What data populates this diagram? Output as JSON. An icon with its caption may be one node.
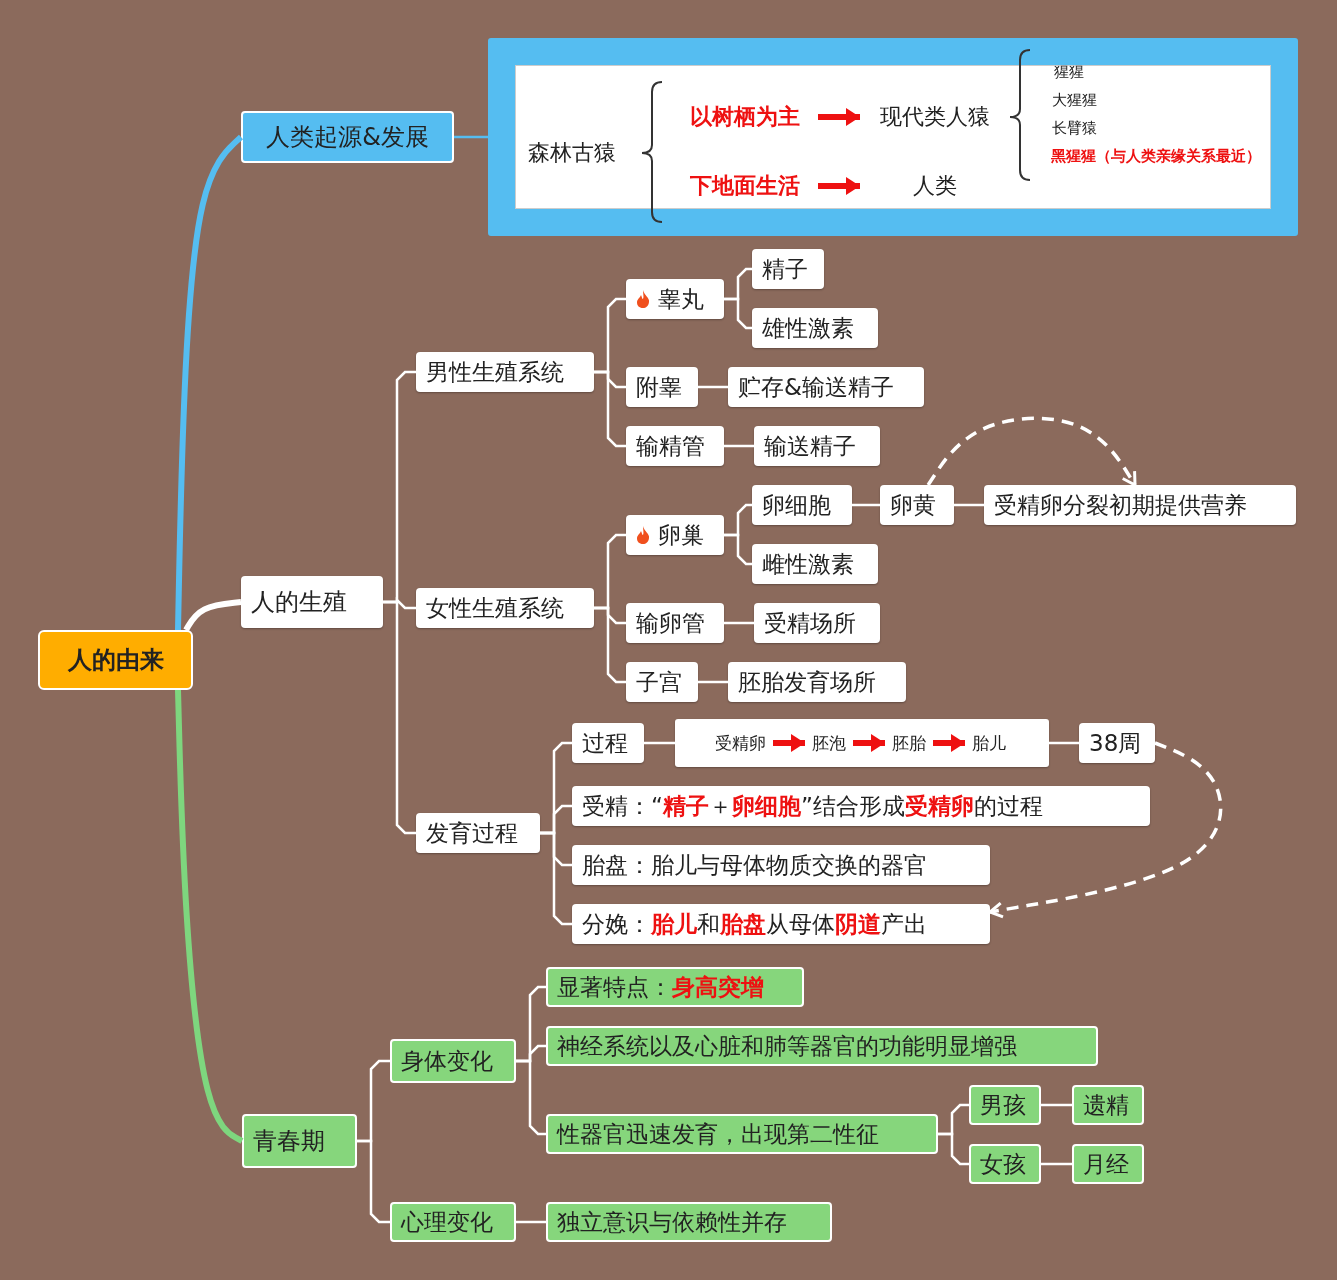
{
  "diagram": {
    "nodes": [
      {
        "text": [
          "人的由来"
        ]
      },
      {
        "text": [
          "人类起源&发展"
        ]
      },
      {
        "text": [],
        "shape": "box"
      },
      {
        "text": [
          "森林古猿"
        ],
        "in": 2
      },
      {
        "text": [
          "以树栖为主"
        ],
        "in": 2
      },
      {
        "text": [
          "现代类人猿"
        ],
        "in": 2
      },
      {
        "text": [
          "下地面生活"
        ],
        "in": 2
      },
      {
        "text": [
          "人类"
        ],
        "in": 2
      },
      {
        "text": [
          "猩猩"
        ],
        "in": 2
      },
      {
        "text": [
          "大猩猩"
        ],
        "in": 2
      },
      {
        "text": [
          "长臂猿"
        ],
        "in": 2
      },
      {
        "text": [
          "黑猩猩（与人类亲缘关系最近）"
        ],
        "in": 2
      },
      {
        "text": [
          "人的生殖"
        ]
      },
      {
        "text": [
          "男性生殖系统"
        ]
      },
      {
        "text": [
          "睾丸"
        ]
      },
      {
        "text": [
          "精子"
        ]
      },
      {
        "text": [
          "雄性激素"
        ]
      },
      {
        "text": [
          "附睾"
        ]
      },
      {
        "text": [
          "贮存&输送精子"
        ]
      },
      {
        "text": [
          "输精管"
        ]
      },
      {
        "text": [
          "输送精子"
        ]
      },
      {
        "text": [
          "女性生殖系统"
        ]
      },
      {
        "text": [
          "卵巢"
        ]
      },
      {
        "text": [
          "卵细胞"
        ]
      },
      {
        "text": [
          "卵黄"
        ]
      },
      {
        "text": [
          "受精卵分裂初期提供营养"
        ]
      },
      {
        "text": [
          "雌性激素"
        ]
      },
      {
        "text": [
          "输卵管"
        ]
      },
      {
        "text": [
          "受精场所"
        ]
      },
      {
        "text": [
          "子宫"
        ]
      },
      {
        "text": [
          "胚胎发育场所"
        ]
      },
      {
        "text": [
          "发育过程"
        ]
      },
      {
        "text": [
          "过程"
        ]
      },
      {
        "text": [],
        "shape": "box"
      },
      {
        "text": [
          "受精卵"
        ],
        "in": 33
      },
      {
        "text": [
          "胚泡"
        ],
        "in": 33
      },
      {
        "text": [
          "胚胎"
        ],
        "in": 33
      },
      {
        "text": [
          "胎儿"
        ],
        "in": 33
      },
      {
        "text": [
          "38周"
        ]
      },
      {
        "text": [
          "受精：“**精子**＋**卵细胞**”结合形成**受精卵**的过程"
        ]
      },
      {
        "text": [
          "胎盘：胎儿与母体物质交换的器官"
        ]
      },
      {
        "text": [
          "分娩：**胎儿**和**胎盘**从母体**阴道**产出"
        ]
      },
      {
        "text": [
          "青春期"
        ]
      },
      {
        "text": [
          "身体变化"
        ]
      },
      {
        "text": [
          "显著特点：**身高突增**"
        ]
      },
      {
        "text": [
          "神经系统以及心脏和肺等器官的功能明显增强"
        ]
      },
      {
        "text": [
          "性器官迅速发育，出现第二性征"
        ]
      },
      {
        "text": [
          "男孩"
        ]
      },
      {
        "text": [
          "遗精"
        ]
      },
      {
        "text": [
          "女孩"
        ]
      },
      {
        "text": [
          "月经"
        ]
      },
      {
        "text": [
          "心理变化"
        ]
      },
      {
        "text": [
          "独立意识与依赖性并存"
        ]
      }
    ],
    "edges": [
      {
        "from": 0,
        "to": 1,
        "arrow": "none",
        "style": "thick",
        "color": "#55bdf1"
      },
      {
        "from": 0,
        "to": 12,
        "arrow": "none",
        "style": "thick"
      },
      {
        "from": 0,
        "to": 42,
        "arrow": "none",
        "style": "thick",
        "color": "#7ed67e"
      },
      {
        "from": 1,
        "to": 2,
        "arrow": "none",
        "color": "#55bdf1"
      },
      {
        "from": 4,
        "to": 5,
        "arrow": "to",
        "style": "thick",
        "color": "#ee1111"
      },
      {
        "from": 6,
        "to": 7,
        "arrow": "to",
        "style": "thick",
        "color": "#ee1111"
      },
      {
        "from": 12,
        "to": 13,
        "arrow": "none"
      },
      {
        "from": 12,
        "to": 21,
        "arrow": "none"
      },
      {
        "from": 12,
        "to": 31,
        "arrow": "none"
      },
      {
        "from": 13,
        "to": 14,
        "arrow": "none"
      },
      {
        "from": 13,
        "to": 17,
        "arrow": "none"
      },
      {
        "from": 13,
        "to": 19,
        "arrow": "none"
      },
      {
        "from": 14,
        "to": 15,
        "arrow": "none"
      },
      {
        "from": 14,
        "to": 16,
        "arrow": "none"
      },
      {
        "from": 17,
        "to": 18,
        "arrow": "none"
      },
      {
        "from": 19,
        "to": 20,
        "arrow": "none"
      },
      {
        "from": 21,
        "to": 22,
        "arrow": "none"
      },
      {
        "from": 21,
        "to": 27,
        "arrow": "none"
      },
      {
        "from": 21,
        "to": 29,
        "arrow": "none"
      },
      {
        "from": 22,
        "to": 23,
        "arrow": "none"
      },
      {
        "from": 22,
        "to": 26,
        "arrow": "none"
      },
      {
        "from": 23,
        "to": 24,
        "arrow": "none"
      },
      {
        "from": 24,
        "to": 25,
        "arrow": "none"
      },
      {
        "from": 24,
        "to": 25,
        "arrow": "to",
        "style": "dashed"
      },
      {
        "from": 27,
        "to": 28,
        "arrow": "none"
      },
      {
        "from": 29,
        "to": 30,
        "arrow": "none"
      },
      {
        "from": 31,
        "to": 32,
        "arrow": "none"
      },
      {
        "from": 31,
        "to": 39,
        "arrow": "none"
      },
      {
        "from": 31,
        "to": 40,
        "arrow": "none"
      },
      {
        "from": 31,
        "to": 41,
        "arrow": "none"
      },
      {
        "from": 32,
        "to": 33,
        "arrow": "none"
      },
      {
        "from": 34,
        "to": 35,
        "arrow": "to",
        "style": "thick",
        "color": "#ee1111"
      },
      {
        "from": 35,
        "to": 36,
        "arrow": "to",
        "style": "thick",
        "color": "#ee1111"
      },
      {
        "from": 36,
        "to": 37,
        "arrow": "to",
        "style": "thick",
        "color": "#ee1111"
      },
      {
        "from": 33,
        "to": 38,
        "arrow": "none"
      },
      {
        "from": 38,
        "to": 41,
        "arrow": "to",
        "style": "dashed"
      },
      {
        "from": 42,
        "to": 43,
        "arrow": "none"
      },
      {
        "from": 42,
        "to": 51,
        "arrow": "none"
      },
      {
        "from": 43,
        "to": 44,
        "arrow": "none"
      },
      {
        "from": 43,
        "to": 45,
        "arrow": "none"
      },
      {
        "from": 43,
        "to": 46,
        "arrow": "none"
      },
      {
        "from": 46,
        "to": 47,
        "arrow": "none"
      },
      {
        "from": 46,
        "to": 49,
        "arrow": "none"
      },
      {
        "from": 47,
        "to": 48,
        "arrow": "none"
      },
      {
        "from": 49,
        "to": 50,
        "arrow": "none"
      },
      {
        "from": 51,
        "to": 52,
        "arrow": "none"
      }
    ]
  }
}
